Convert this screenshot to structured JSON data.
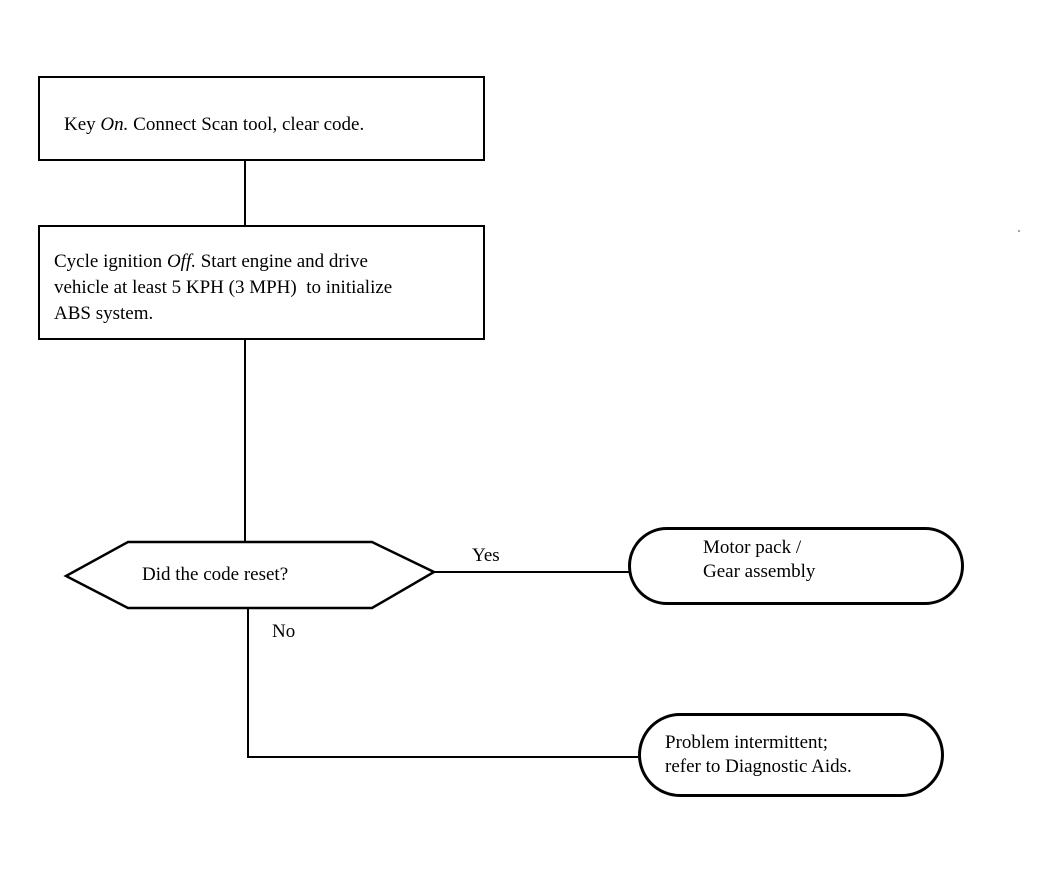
{
  "steps": {
    "step1": {
      "prefix": "Key ",
      "emph": "On.",
      "suffix": " Connect Scan tool, clear code."
    },
    "step2": {
      "line1_prefix": "Cycle ignition ",
      "line1_emph": "Off.",
      "line1_suffix": " Start engine and drive",
      "line2": "vehicle at least 5 KPH (3 MPH)  to initialize",
      "line3": "ABS system."
    }
  },
  "decision": {
    "question": "Did the code reset?"
  },
  "branches": {
    "yes_label": "Yes",
    "no_label": "No"
  },
  "outcomes": {
    "yes": {
      "line1": "Motor pack /",
      "line2": "Gear assembly"
    },
    "no": {
      "line1": "Problem intermittent;",
      "line2": "refer to Diagnostic Aids."
    }
  }
}
